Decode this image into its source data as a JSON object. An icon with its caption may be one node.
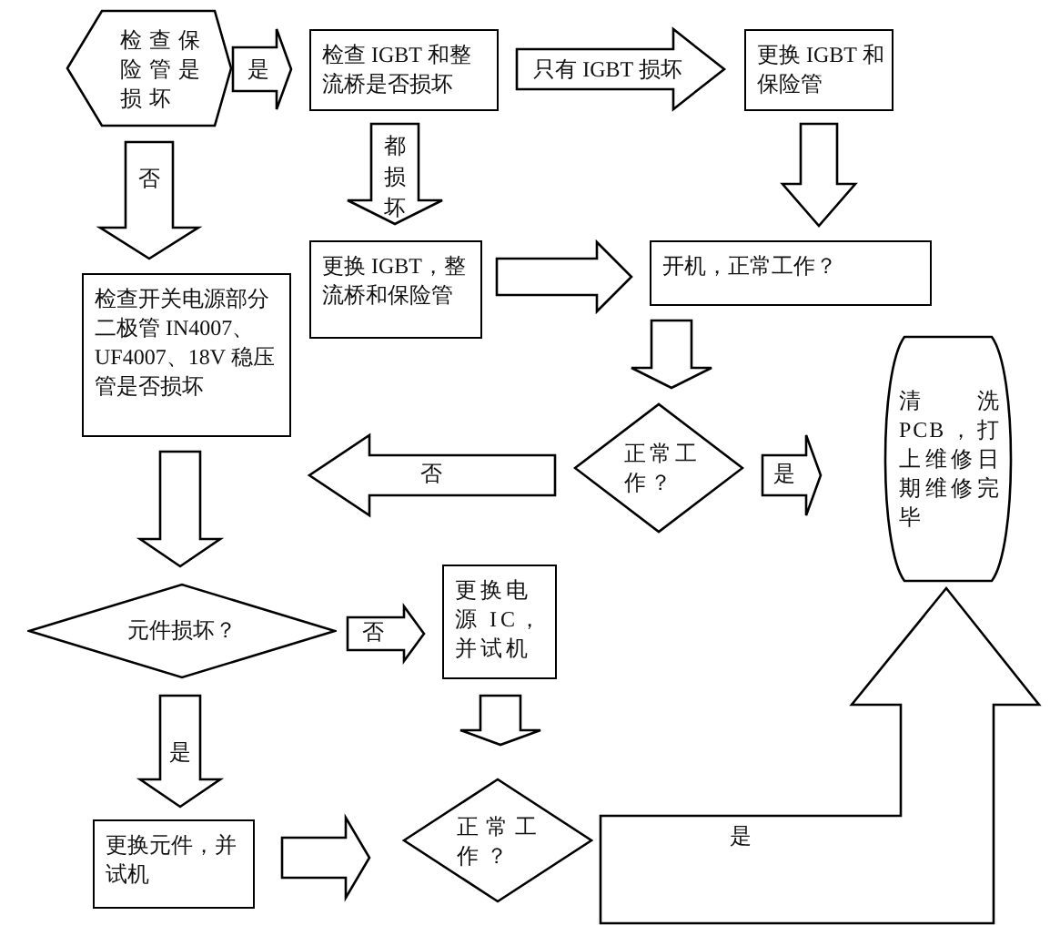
{
  "diagram": {
    "nodes": [
      {
        "text": [
          "检查保险管是损坏"
        ]
      },
      {
        "text": [
          "检查 IGBT 和整流桥是否损坏"
        ]
      },
      {
        "text": [
          "更换 IGBT 和保险管"
        ]
      },
      {
        "text": [
          "更换 IGBT，整流桥和保险管"
        ]
      },
      {
        "text": [
          "开机，正常工作？"
        ]
      },
      {
        "text": [
          "检查开关电源部分二极管 IN4007、UF4007、18V 稳压管是否损坏"
        ]
      },
      {
        "text": [
          "正常工作？"
        ]
      },
      {
        "text": [
          "清洗 PCB，打上维修日期维修完毕"
        ]
      },
      {
        "text": [
          "元件损坏？"
        ]
      },
      {
        "text": [
          "更换电源 IC，并试机"
        ]
      },
      {
        "text": [
          "更换元件，并试机"
        ]
      },
      {
        "text": [
          "正常工作？"
        ]
      }
    ],
    "edges": [
      {
        "from": 0,
        "to": 1,
        "arrow": "to",
        "label": "是"
      },
      {
        "from": 1,
        "to": 2,
        "arrow": "to",
        "label": "只有 IGBT 损坏"
      },
      {
        "from": 1,
        "to": 3,
        "arrow": "to",
        "label": "都损坏"
      },
      {
        "from": 0,
        "to": 5,
        "arrow": "to",
        "label": "否"
      },
      {
        "from": 2,
        "to": 4,
        "arrow": "to"
      },
      {
        "from": 3,
        "to": 4,
        "arrow": "to"
      },
      {
        "from": 4,
        "to": 6,
        "arrow": "to"
      },
      {
        "from": 6,
        "to": 5,
        "arrow": "to",
        "label": "否"
      },
      {
        "from": 6,
        "to": 7,
        "arrow": "to",
        "label": "是"
      },
      {
        "from": 5,
        "to": 8,
        "arrow": "to"
      },
      {
        "from": 8,
        "to": 9,
        "arrow": "to",
        "label": "否"
      },
      {
        "from": 8,
        "to": 10,
        "arrow": "to",
        "label": "是"
      },
      {
        "from": 9,
        "to": 11,
        "arrow": "to"
      },
      {
        "from": 10,
        "to": 11,
        "arrow": "to"
      },
      {
        "from": 11,
        "to": 7,
        "arrow": "to",
        "label": "是"
      }
    ]
  }
}
